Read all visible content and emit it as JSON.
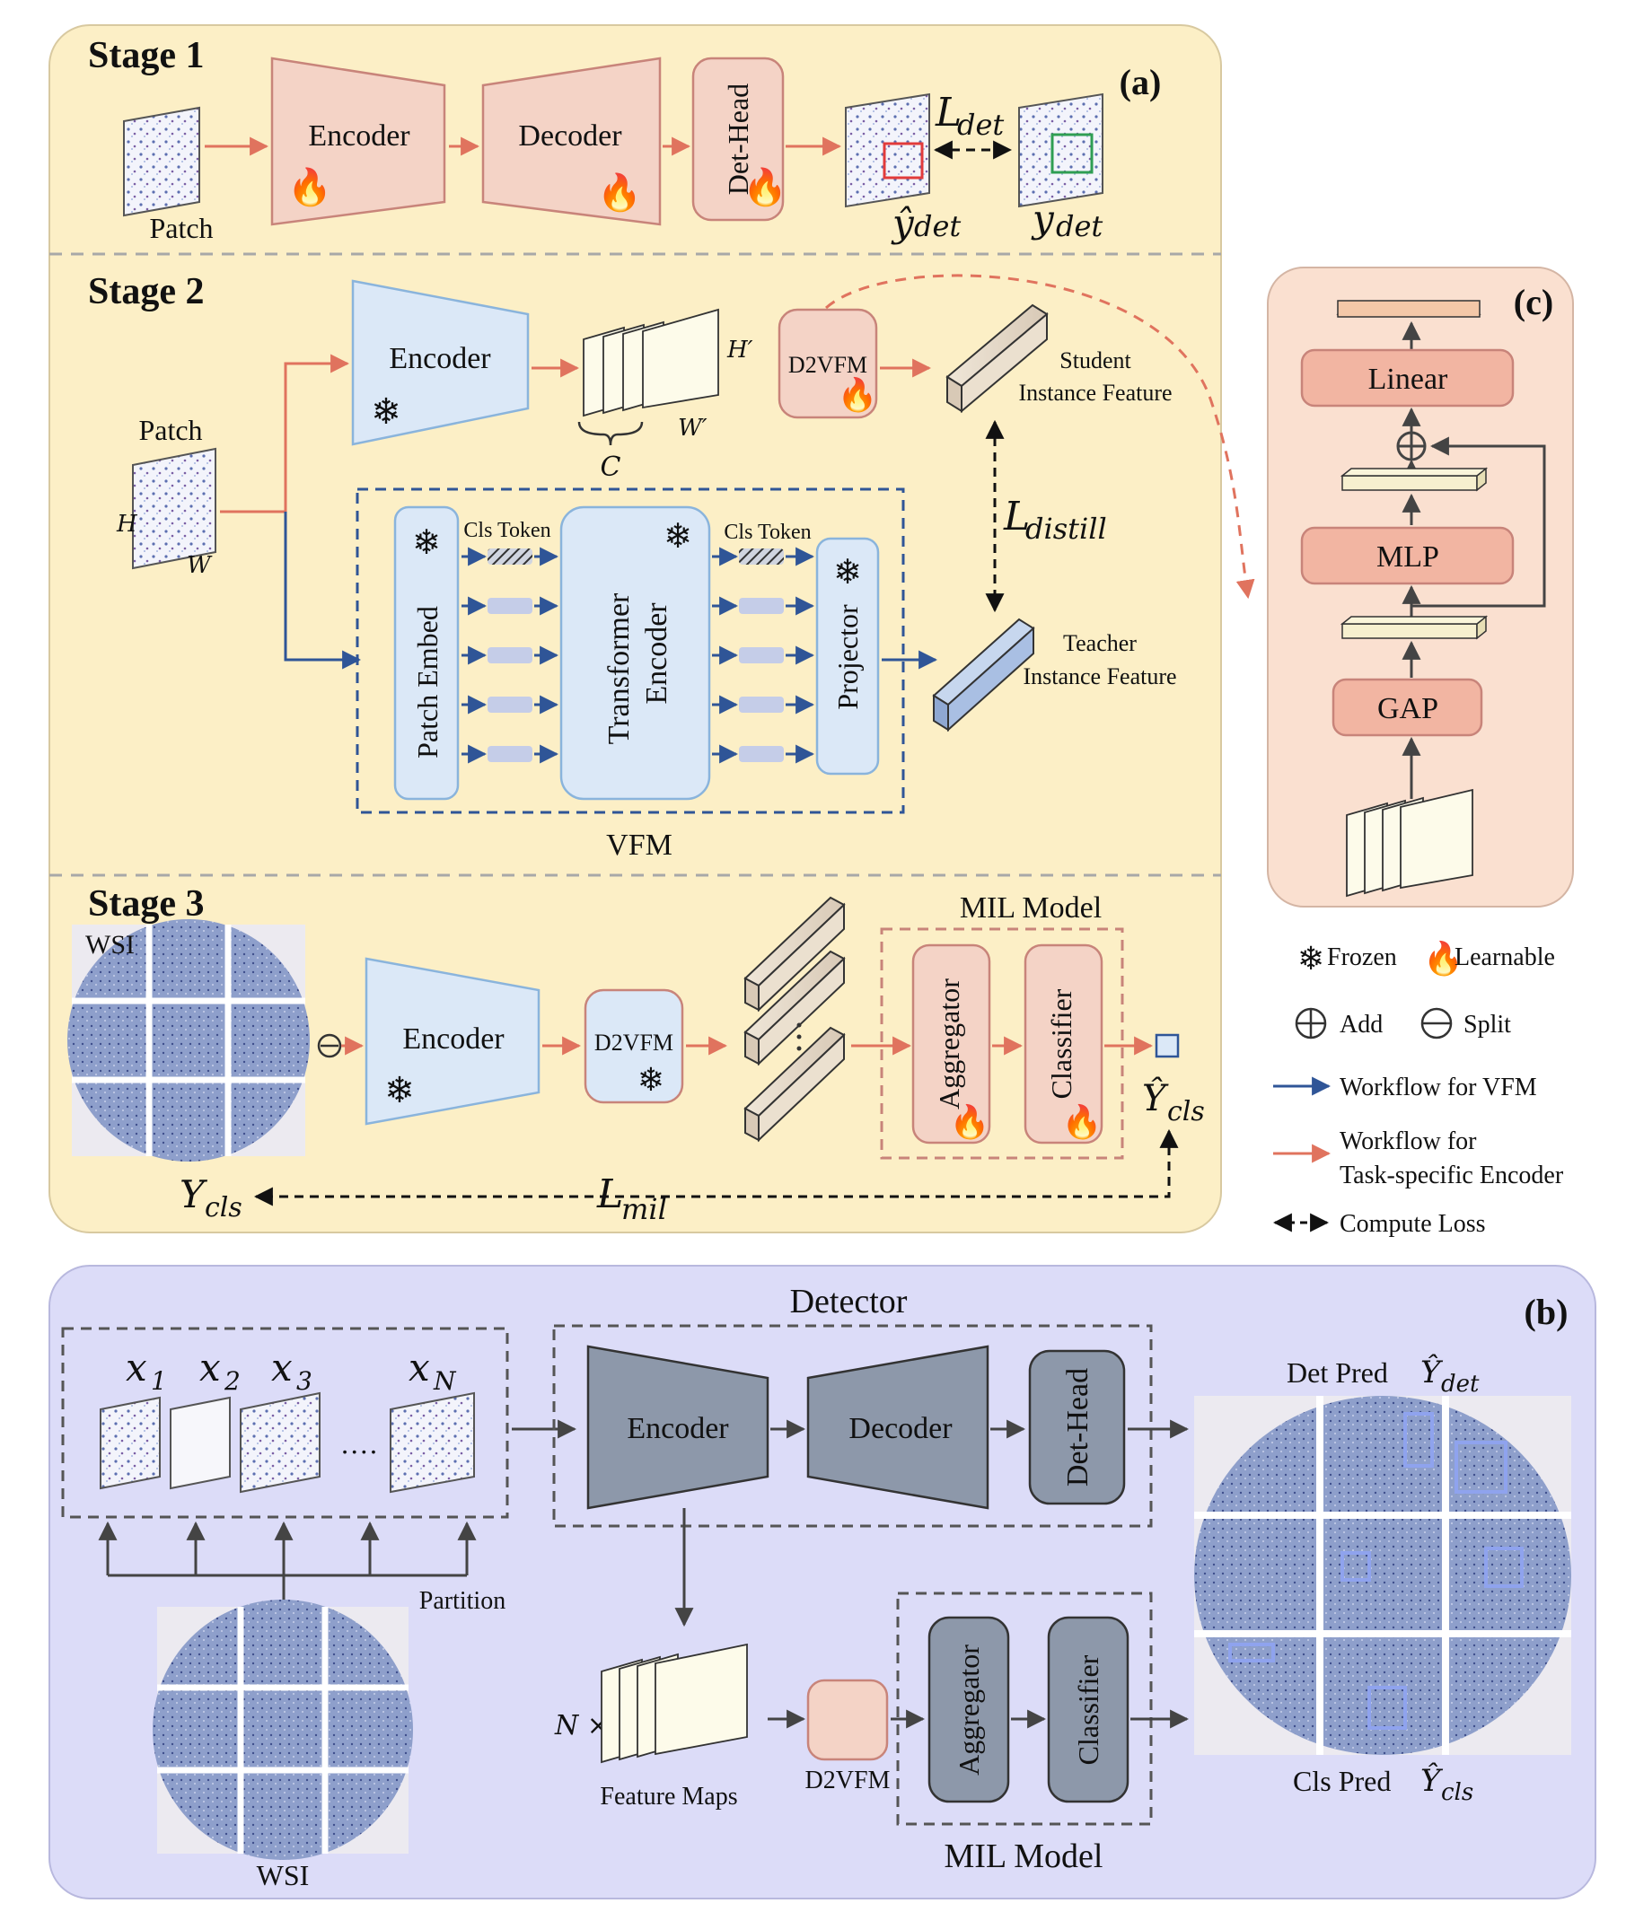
{
  "panel_a": {
    "tag": "(a)",
    "stage1": {
      "title": "Stage 1",
      "patch_label": "Patch",
      "encoder": "Encoder",
      "decoder": "Decoder",
      "det_head": "Det-Head",
      "loss_main": "L",
      "loss_sub": "det",
      "yhat_main": "ŷ",
      "y_main": "y",
      "y_sub": "det"
    },
    "stage2": {
      "title": "Stage 2",
      "patch_label": "Patch",
      "dim_h": "H",
      "dim_w": "W",
      "encoder": "Encoder",
      "dim_c": "C",
      "dim_hp": "H′",
      "dim_wp": "W′",
      "d2vfm": "D2VFM",
      "student_line1": "Student",
      "student_line2": "Instance Feature",
      "teacher_line1": "Teacher",
      "teacher_line2": "Instance Feature",
      "loss_main": "L",
      "loss_sub": "distill",
      "patch_embed": "Patch Embed",
      "cls_token_1": "Cls Token",
      "cls_token_2": "Cls Token",
      "transformer_line1": "Transformer",
      "transformer_line2": "Encoder",
      "projector": "Projector",
      "vfm_label": "VFM"
    },
    "stage3": {
      "title": "Stage 3",
      "wsi_label": "WSI",
      "encoder": "Encoder",
      "d2vfm": "D2VFM",
      "mil_model": "MIL Model",
      "aggregator": "Aggregator",
      "classifier": "Classifier",
      "yhat_main": "Ŷ",
      "yhat_sub": "cls",
      "y_main": "Y",
      "y_sub": "cls",
      "loss_main": "L",
      "loss_sub": "mil"
    }
  },
  "panel_c": {
    "tag": "(c)",
    "linear": "Linear",
    "mlp": "MLP",
    "gap": "GAP"
  },
  "legend": {
    "frozen": "Frozen",
    "learnable": "Learnable",
    "add": "Add",
    "split": "Split",
    "vfm_flow": "Workflow for VFM",
    "task_flow_line1": "Workflow for",
    "task_flow_line2": "Task-specific Encoder",
    "compute_loss": "Compute Loss"
  },
  "panel_b": {
    "tag": "(b)",
    "detector": "Detector",
    "x1": "x",
    "x1_sub": "1",
    "x2": "x",
    "x2_sub": "2",
    "x3": "x",
    "x3_sub": "3",
    "xn": "x",
    "xn_sub": "N",
    "dots": "····",
    "partition": "Partition",
    "wsi_label": "WSI",
    "encoder": "Encoder",
    "decoder": "Decoder",
    "det_head": "Det-Head",
    "n_times": "N ×",
    "feature_maps": "Feature Maps",
    "d2vfm": "D2VFM",
    "aggregator": "Aggregator",
    "classifier": "Classifier",
    "mil_model": "MIL Model",
    "det_pred": "Det Pred",
    "det_pred_main": "Ŷ",
    "det_pred_sub": "det",
    "cls_pred": "Cls Pred",
    "cls_pred_main": "Ŷ",
    "cls_pred_sub": "cls"
  },
  "colors": {
    "panel_a_bg": "#fcefc6",
    "panel_b_bg": "#dcdcf8",
    "panel_c_bg": "#fae0d0",
    "pink_block": "#f4d3c6",
    "pink_stroke": "#c8847a",
    "blue_block": "#dbe8f7",
    "blue_stroke": "#8ab4dc",
    "gray_block": "#8d98aa",
    "orange_arrow": "#e0735e",
    "blue_arrow": "#2f5597",
    "wsi_fill": "#8e9fcb"
  }
}
